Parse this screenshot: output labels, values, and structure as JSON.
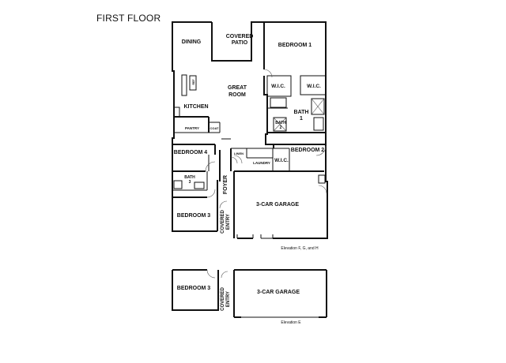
{
  "title": "FIRST FLOOR",
  "rooms": {
    "dining": "DINING",
    "covered_patio_1": "COVERED",
    "covered_patio_2": "PATIO",
    "bedroom1": "BEDROOM 1",
    "great_room_1": "GREAT",
    "great_room_2": "ROOM",
    "wic_left": "W.I.C.",
    "wic_right": "W.I.C.",
    "kitchen": "KITCHEN",
    "refrigerator": "REF",
    "bath1_1": "BATH",
    "bath1_2": "1",
    "bath2_1": "BATH",
    "bath2_2": "2",
    "pantry": "PANTRY",
    "coat": "COAT",
    "linen": "LINEN",
    "laundry": "LAUNDRY",
    "wic_bed2": "W.I.C.",
    "bedroom2": "BEDROOM 2",
    "bedroom4": "BEDROOM 4",
    "bath3_1": "BATH",
    "bath3_2": "3",
    "foyer": "FOYER",
    "garage_main": "3-CAR GARAGE",
    "bedroom3_main": "BEDROOM 3",
    "covered_entry_1": "COVERED",
    "covered_entry_2": "ENTRY",
    "bedroom3_alt": "BEDROOM 3",
    "covered_entry_alt_1": "COVERED",
    "covered_entry_alt_2": "ENTRY",
    "garage_alt": "3-CAR GARAGE"
  },
  "captions": {
    "main_elevation": "Elevation F, G, and H",
    "alt_elevation": "Elevation E"
  }
}
